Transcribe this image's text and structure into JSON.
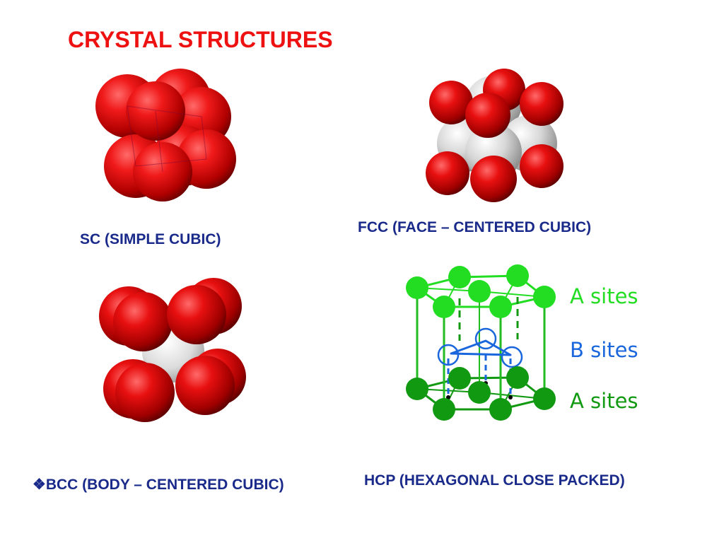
{
  "slide": {
    "title": "CRYSTAL STRUCTURES",
    "title_color": "#ee1111",
    "caption_color": "#1a2a8a",
    "sc_caption": "SC (SIMPLE CUBIC)",
    "fcc_caption": "FCC (FACE – CENTERED CUBIC)",
    "bcc_bullet": "❖",
    "bcc_caption": "BCC (BODY – CENTERED CUBIC)",
    "hcp_caption": "HCP (HEXAGONAL CLOSE PACKED)",
    "hcp_labels": {
      "a_sites_top": "A sites",
      "b_sites": "B sites",
      "a_sites_bottom": "A sites"
    },
    "colors": {
      "atom_red": "#dd0000",
      "atom_white": "#d8d8d8",
      "hcp_light_green": "#22dd22",
      "hcp_dark_green": "#119911",
      "hcp_blue": "#1a66dd"
    }
  }
}
